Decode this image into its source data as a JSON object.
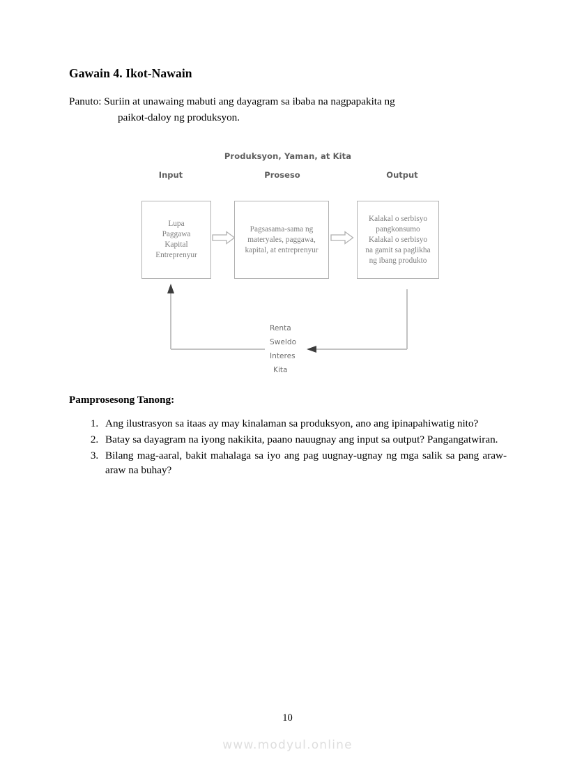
{
  "document": {
    "activity_title": "Gawain 4. Ikot-Nawain",
    "instruction_label": "Panuto:",
    "instruction_line1": "Suriin at unawaing mabuti ang dayagram sa ibaba na nagpapakita ng",
    "instruction_line2": "paikot-daloy ng produksyon.",
    "page_number": "10",
    "watermark": "www.modyul.online"
  },
  "diagram": {
    "title": "Produksyon, Yaman, at Kita",
    "column_labels": {
      "input": "Input",
      "proseso": "Proseso",
      "output": "Output"
    },
    "nodes": [
      {
        "id": "input",
        "text": "Lupa\nPaggawa\nKapital\nEntreprenyur",
        "lines": [
          "Lupa",
          "Paggawa",
          "Kapital",
          "Entreprenyur"
        ]
      },
      {
        "id": "proseso",
        "text": "Pagsasama-sama ng materyales, paggawa, kapital, at entreprenyur",
        "lines": [
          "Pagsasama-sama ng",
          "materyales, paggawa,",
          "kapital, at entreprenyur"
        ]
      },
      {
        "id": "output",
        "text": "Kalakal o serbisyo pangkonsumo Kalakal o serbisyo na gamit sa paglikha ng ibang produkto",
        "lines": [
          "Kalakal o serbisyo",
          "pangkonsumo",
          "Kalakal o serbisyo",
          "na gamit sa paglikha",
          "ng ibang produkto"
        ]
      }
    ],
    "feedback_labels": [
      "Renta",
      "Sweldo",
      "Interes",
      "Kita"
    ],
    "line_color": "#b1b1b1",
    "text_color": "#7d7d7d"
  },
  "questions_section": {
    "heading": "Pamprosesong Tanong:",
    "items": [
      "Ang ilustrasyon sa itaas ay may kinalaman sa produksyon, ano ang ipinapahiwatig nito?",
      "Batay sa dayagram na iyong nakikita, paano nauugnay ang input sa output? Pangangatwiran.",
      "Bilang mag-aaral, bakit mahalaga sa iyo ang pag uugnay-ugnay ng mga salik sa pang araw-araw na buhay?"
    ]
  }
}
